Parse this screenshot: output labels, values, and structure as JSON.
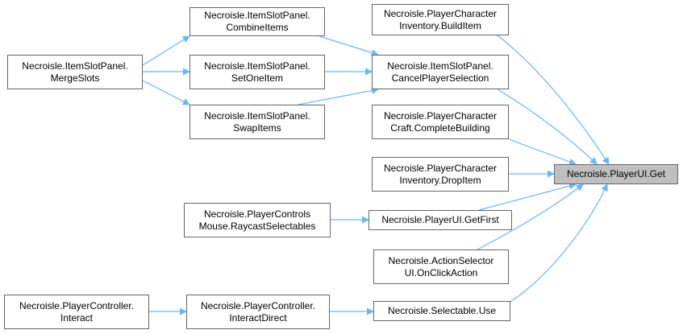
{
  "colors": {
    "edge": "#63b8ff",
    "border": "#666666",
    "focus_fill": "#bfbfbf"
  },
  "nodes": {
    "combine": {
      "line1": "Necroisle.ItemSlotPanel.",
      "line2": "CombineItems"
    },
    "merge": {
      "line1": "Necroisle.ItemSlotPanel.",
      "line2": "MergeSlots"
    },
    "setone": {
      "line1": "Necroisle.ItemSlotPanel.",
      "line2": "SetOneItem"
    },
    "swap": {
      "line1": "Necroisle.ItemSlotPanel.",
      "line2": "SwapItems"
    },
    "build": {
      "line1": "Necroisle.PlayerCharacter",
      "line2": "Inventory.BuildItem"
    },
    "cancel": {
      "line1": "Necroisle.ItemSlotPanel.",
      "line2": "CancelPlayerSelection"
    },
    "complete": {
      "line1": "Necroisle.PlayerCharacter",
      "line2": "Craft.CompleteBuilding"
    },
    "drop": {
      "line1": "Necroisle.PlayerCharacter",
      "line2": "Inventory.DropItem"
    },
    "get": {
      "line1": "Necroisle.PlayerUI.Get"
    },
    "raycast": {
      "line1": "Necroisle.PlayerControls",
      "line2": "Mouse.RaycastSelectables"
    },
    "getfirst": {
      "line1": "Necroisle.PlayerUI.GetFirst"
    },
    "onclick": {
      "line1": "Necroisle.ActionSelector",
      "line2": "UI.OnClickAction"
    },
    "interact": {
      "line1": "Necroisle.PlayerController.",
      "line2": "Interact"
    },
    "interactdirect": {
      "line1": "Necroisle.PlayerController.",
      "line2": "InteractDirect"
    },
    "use": {
      "line1": "Necroisle.Selectable.Use"
    }
  }
}
